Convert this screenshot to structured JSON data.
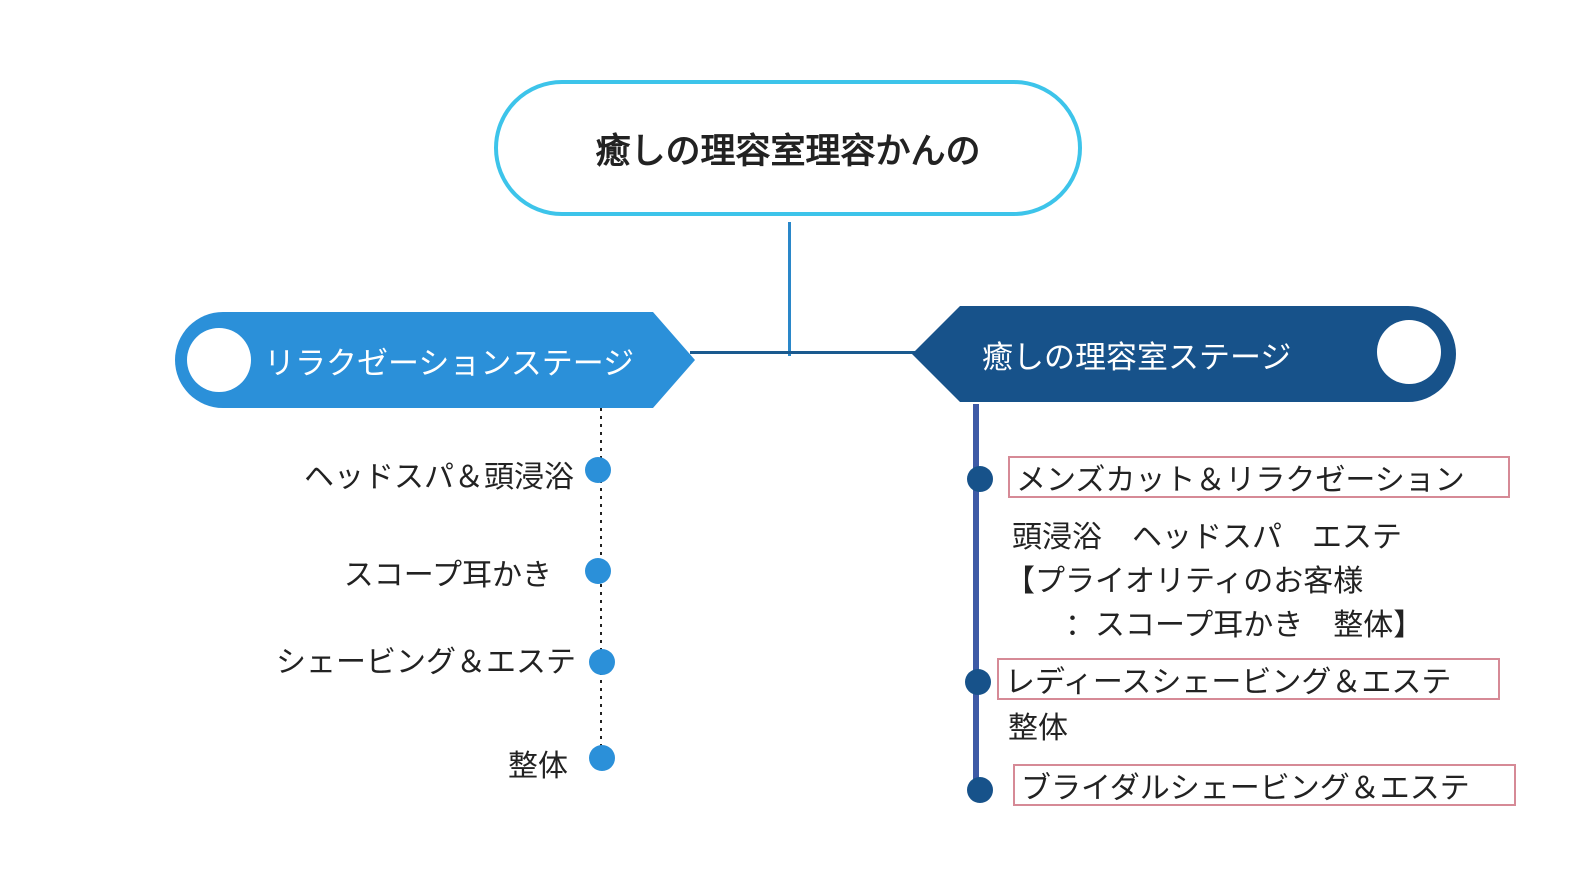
{
  "root": {
    "title": "癒しの理容室理容かんの"
  },
  "left_branch": {
    "title": "リラクゼーションステージ",
    "color": "#2b90d9",
    "items": [
      "ヘッドスパ＆頭浸浴",
      "スコープ耳かき",
      "シェービング＆エステ",
      "整体"
    ]
  },
  "right_branch": {
    "title": "癒しの理容室ステージ",
    "color": "#17528a",
    "items": [
      {
        "heading": "メンズカット＆リラクゼーション",
        "details": [
          "頭浸浴　ヘッドスパ　エステ",
          "【プライオリティのお客様",
          "　　：スコープ耳かき　整体】"
        ]
      },
      {
        "heading": "レディースシェービング＆エステ",
        "details": [
          "整体"
        ]
      },
      {
        "heading": "ブライダルシェービング＆エステ",
        "details": []
      }
    ]
  },
  "colors": {
    "root_border": "#3dc4ea",
    "left_dot": "#2b90d9",
    "right_dot": "#17528a",
    "right_line": "#3e5aa6",
    "highlight_border": "#d68a96"
  }
}
